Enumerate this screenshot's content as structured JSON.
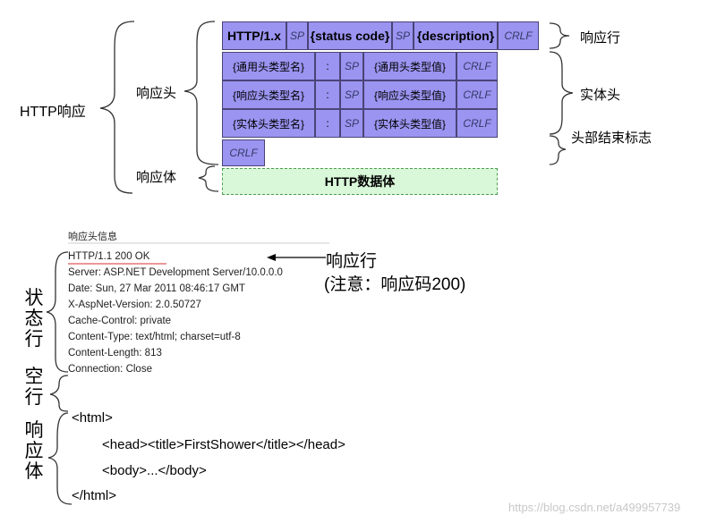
{
  "top": {
    "http_response": "HTTP响应",
    "header_label": "响应头",
    "body_label": "响应体",
    "right_labels": {
      "status_line": "响应行",
      "entity_head": "实体头",
      "end_marker": "头部结束标志"
    },
    "row1": {
      "version": "HTTP/1.x",
      "sp1": "SP",
      "status_code": "{status code}",
      "sp2": "SP",
      "description": "{description}",
      "crlf": "CRLF"
    },
    "rows": [
      {
        "name": "{通用头类型名}",
        "colon": ":",
        "sp": "SP",
        "value": "{通用头类型值}",
        "crlf": "CRLF"
      },
      {
        "name": "{响应头类型名}",
        "colon": ":",
        "sp": "SP",
        "value": "{响应头类型值}",
        "crlf": "CRLF"
      },
      {
        "name": "{实体头类型名}",
        "colon": ":",
        "sp": "SP",
        "value": "{实体头类型值}",
        "crlf": "CRLF"
      }
    ],
    "empty_crlf": "CRLF",
    "data_box": "HTTP数据体"
  },
  "bottom": {
    "section_title": "响应头信息",
    "header_lines": [
      "HTTP/1.1 200 OK",
      "Server: ASP.NET Development Server/10.0.0.0",
      "Date: Sun, 27 Mar 2011 08:46:17 GMT",
      "X-AspNet-Version: 2.0.50727",
      "Cache-Control: private",
      "Content-Type: text/html; charset=utf-8",
      "Content-Length: 813",
      "Connection: Close"
    ],
    "annotation_line1": "响应行",
    "annotation_line2": "(注意：响应码200)",
    "vertical_labels": {
      "status": [
        "状",
        "态",
        "行"
      ],
      "blank": [
        "空",
        "行"
      ],
      "body": [
        "响",
        "应",
        "体"
      ]
    },
    "html_lines": [
      "<html>",
      "<head><title>FirstShower</title></head>",
      "<body>...</body>",
      "</html>"
    ],
    "watermark": "https://blog.csdn.net/a499957739"
  }
}
